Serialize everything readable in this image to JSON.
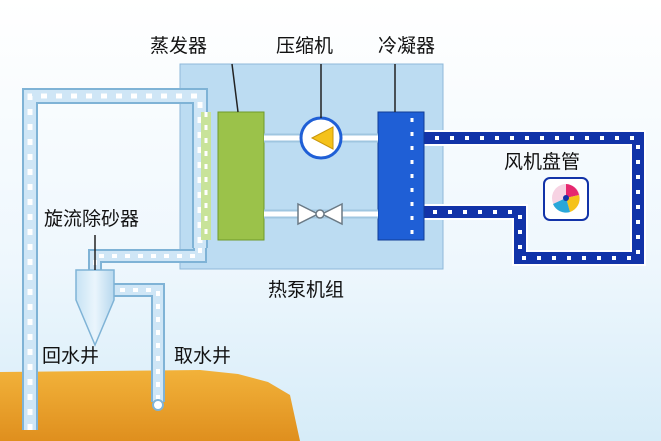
{
  "labels": {
    "evaporator": "蒸发器",
    "compressor": "压缩机",
    "condenser": "冷凝器",
    "fan_coil": "风机盘管",
    "sand_separator": "旋流除砂器",
    "heat_pump_unit": "热泵机组",
    "return_well": "回水井",
    "supply_well": "取水井"
  },
  "colors": {
    "sky_top": "#d6ecf8",
    "unit_box": "#bcdcf2",
    "evaporator": "#9bc24a",
    "condenser": "#1f5fd6",
    "compressor": "#f5c21a",
    "ground_water_pipe": "#b7d8ee",
    "indoor_loop_pipe": "#1233a8",
    "ground": "#e6a025"
  },
  "icons": {
    "compressor": "compressor-triangle-icon",
    "expansion_valve": "expansion-valve-icon",
    "fan": "fan-icon"
  }
}
